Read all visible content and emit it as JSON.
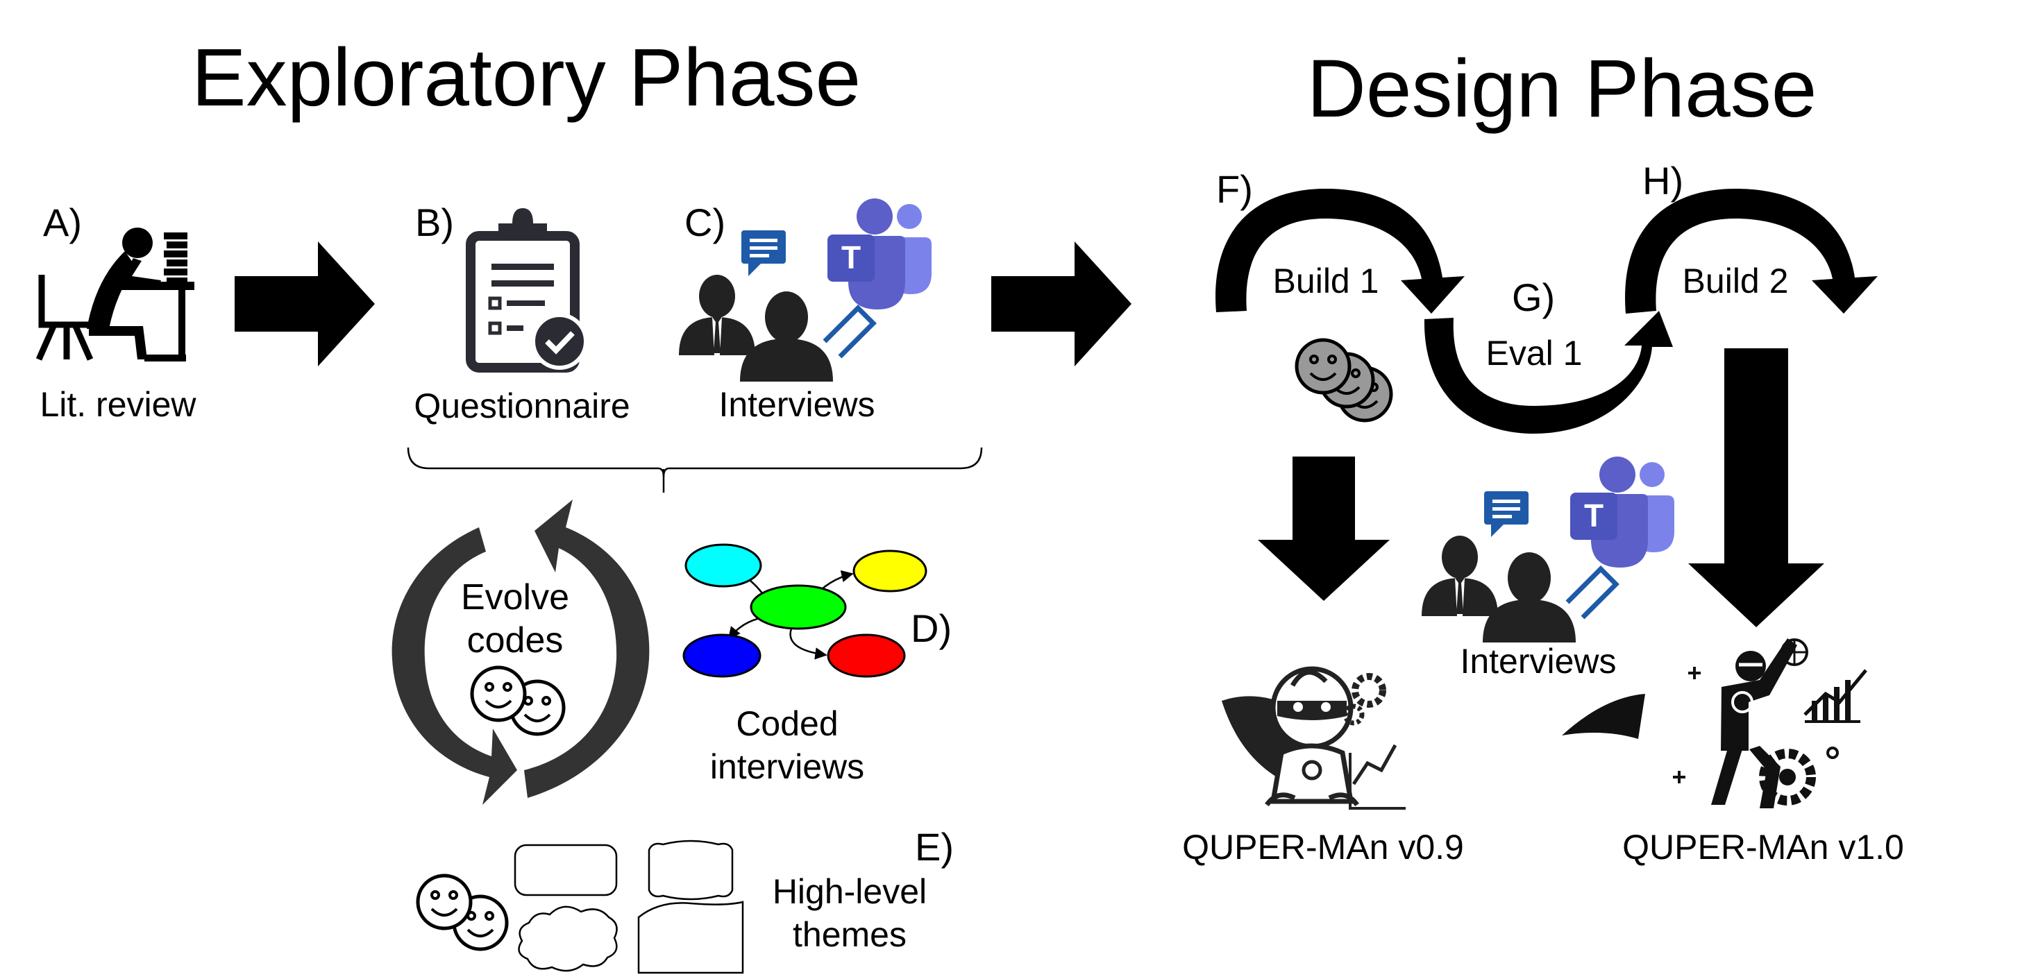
{
  "exploratory": {
    "title": "Exploratory Phase",
    "steps": {
      "a": {
        "tag": "A)",
        "label": "Lit. review"
      },
      "b": {
        "tag": "B)",
        "label": "Questionnaire"
      },
      "c": {
        "tag": "C)",
        "label": "Interviews"
      },
      "d": {
        "tag": "D)",
        "label_line1": "Coded",
        "label_line2": "interviews"
      },
      "e": {
        "tag": "E)",
        "label_line1": "High-level",
        "label_line2": "themes"
      }
    },
    "cycle": {
      "line1": "Evolve",
      "line2": "codes"
    },
    "teams_letter": "T"
  },
  "design": {
    "title": "Design Phase",
    "steps": {
      "f": {
        "tag": "F)",
        "label": "Build 1"
      },
      "g": {
        "tag": "G)",
        "label": "Eval 1"
      },
      "h": {
        "tag": "H)",
        "label": "Build 2"
      }
    },
    "interviews_label": "Interviews",
    "output_v09": "QUPER-MAn v0.9",
    "output_v10": "QUPER-MAn v1.0",
    "teams_letter": "T"
  },
  "colors": {
    "ink": "#000000",
    "dark_arrow": "#333333",
    "teams_purple": "#5b5fc7",
    "teams_light": "#7b83eb",
    "chat_blue": "#1e5aa8",
    "node_cyan": "#00ffff",
    "node_yellow": "#ffff00",
    "node_green": "#00ff00",
    "node_blue": "#0000ff",
    "node_red": "#ff0000",
    "face_gray": "#999999"
  }
}
